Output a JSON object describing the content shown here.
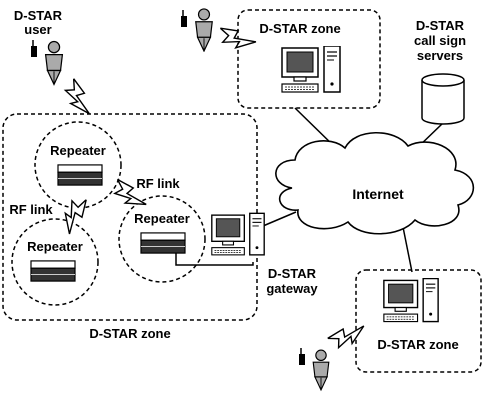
{
  "labels": {
    "dstar_user_line1": "D-STAR",
    "dstar_user_line2": "user",
    "top_zone": "D-STAR zone",
    "callsign_line1": "D-STAR",
    "callsign_line2": "call sign",
    "callsign_line3": "servers",
    "repeater_top": "Repeater",
    "repeater_mid": "Repeater",
    "repeater_left": "Repeater",
    "rf_link_right": "RF link",
    "rf_link_left": "RF link",
    "internet": "Internet",
    "gateway_line1": "D-STAR",
    "gateway_line2": "gateway",
    "left_zone": "D-STAR zone",
    "right_zone": "D-STAR zone"
  },
  "icons": [
    "person-icon",
    "radio-icon",
    "lightning-icon",
    "computer-icon",
    "database-icon",
    "cloud-icon",
    "repeater-icon"
  ],
  "colors": {
    "ink": "#000000",
    "background": "#ffffff",
    "screen": "#555555",
    "repeater_band": "#333333"
  }
}
